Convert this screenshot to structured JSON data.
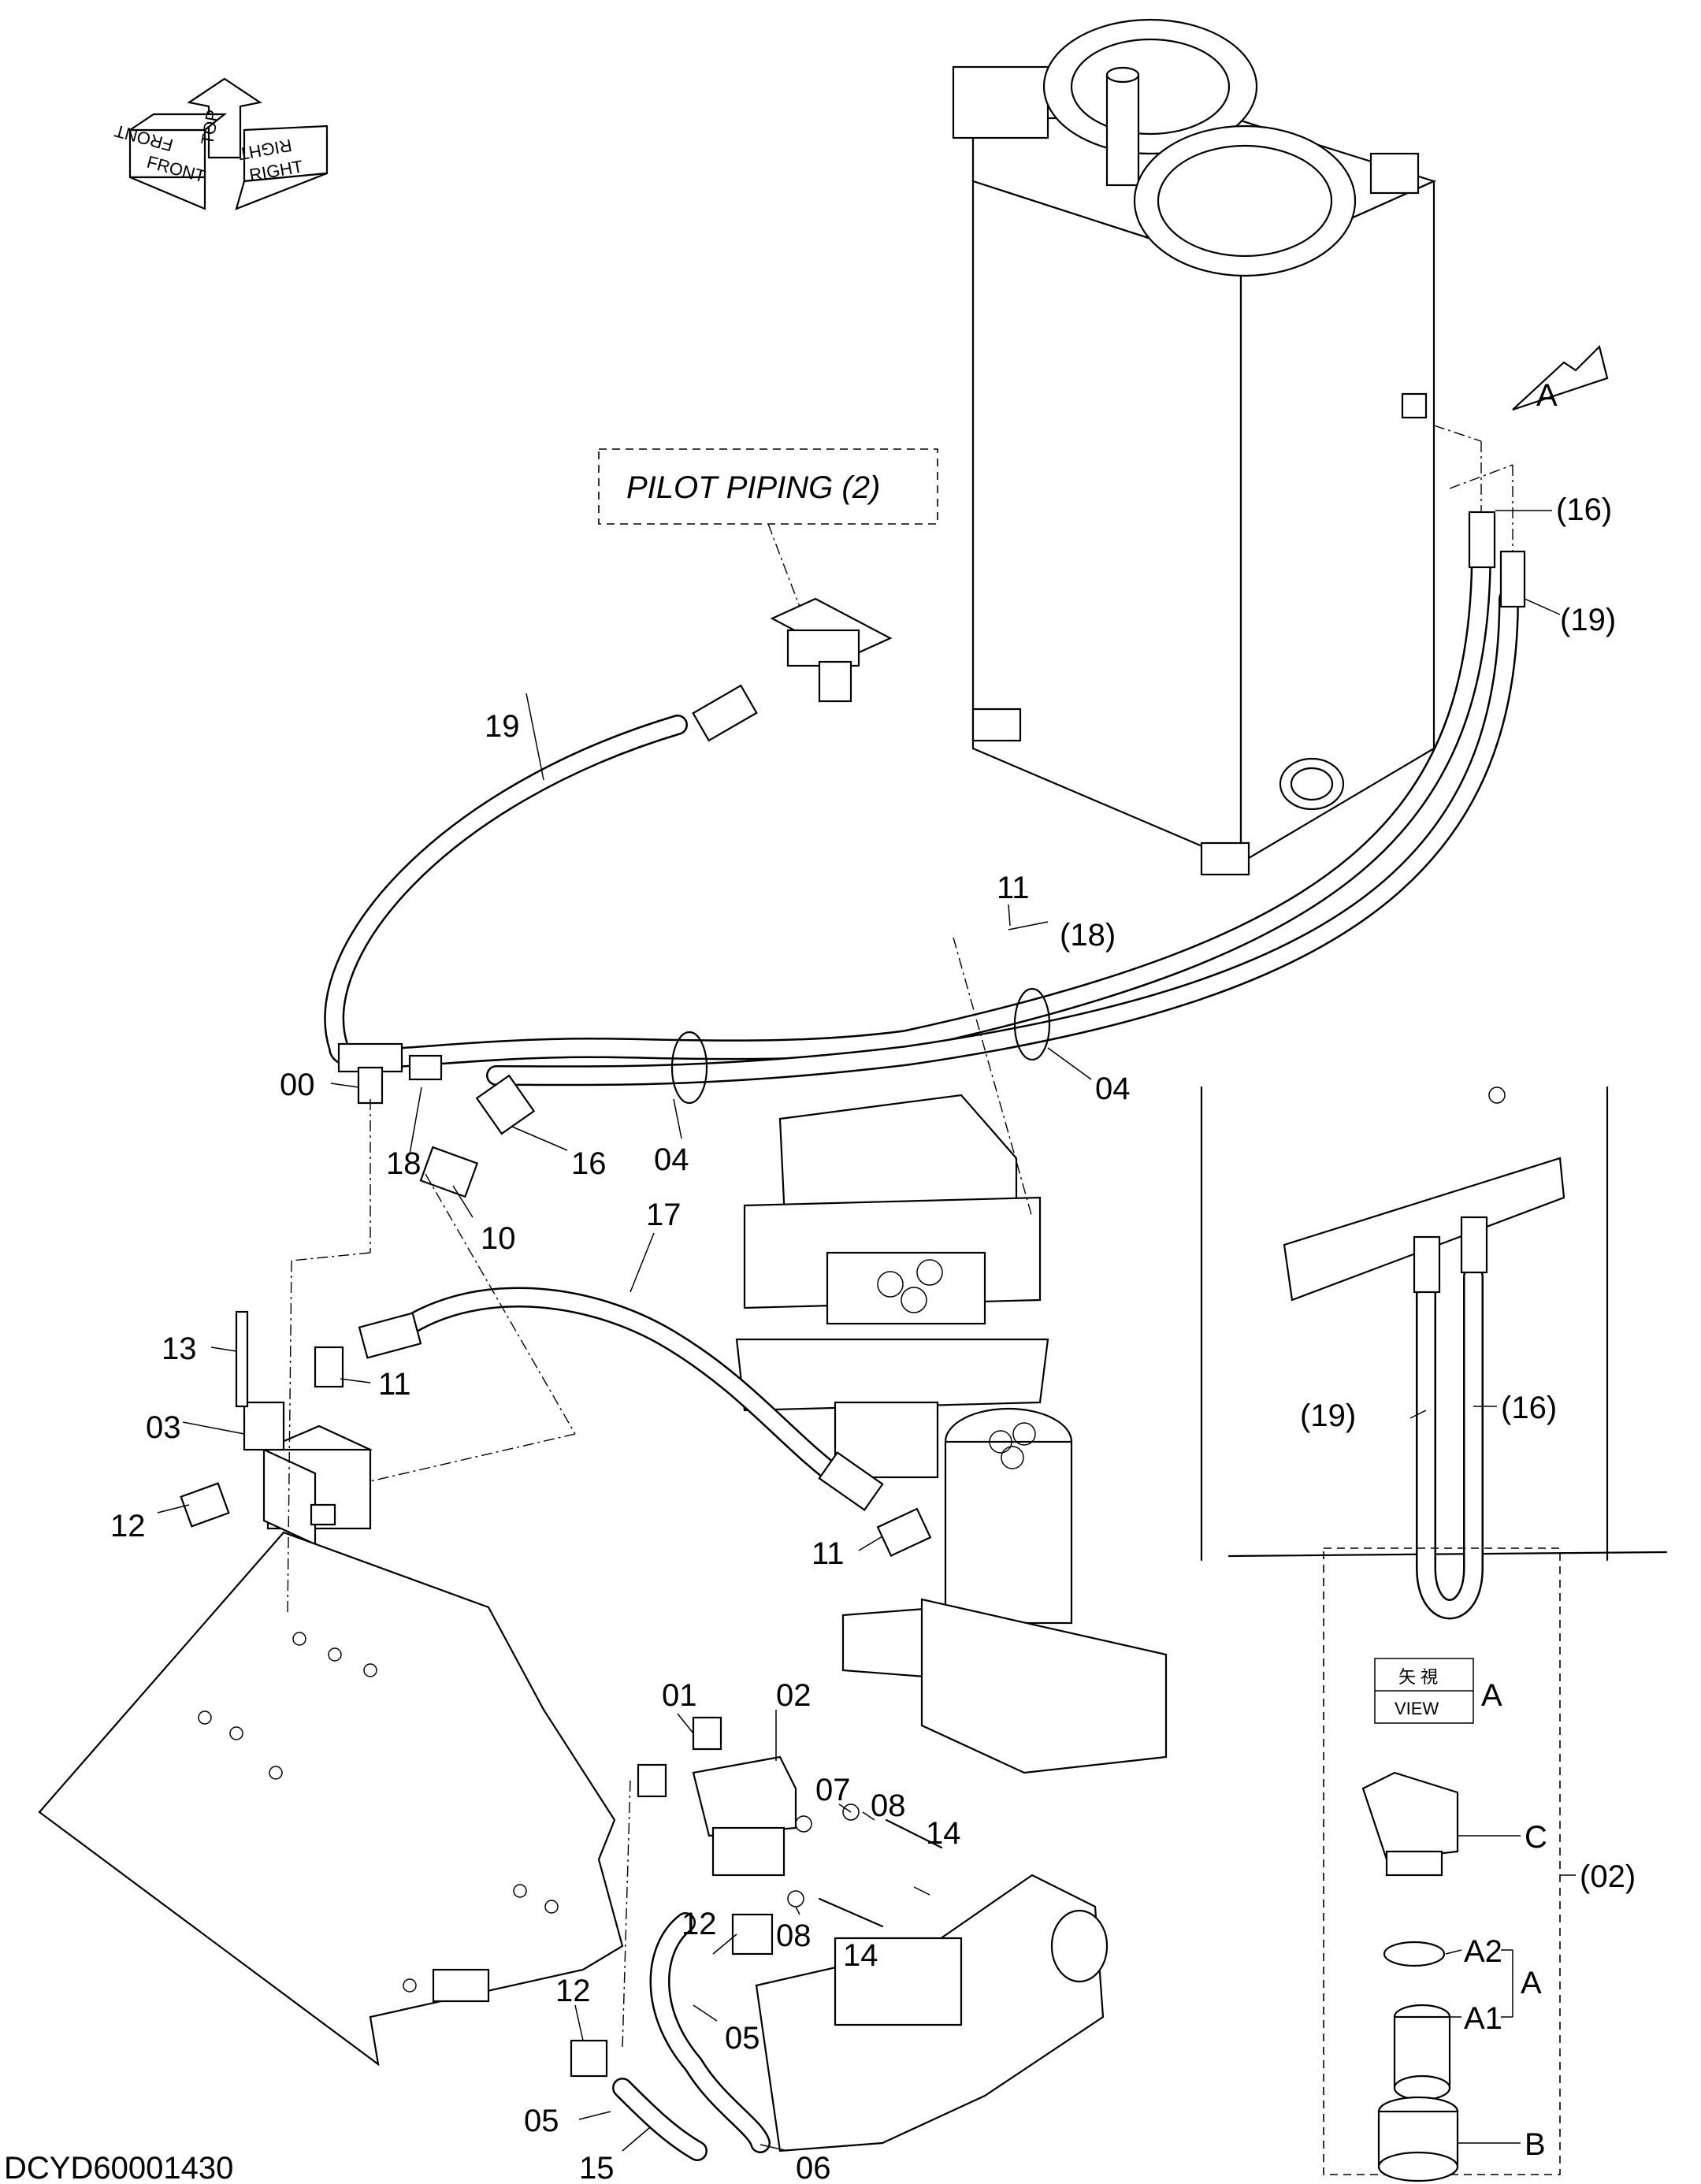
{
  "drawing_id": "DCYD60001430",
  "callouts": {
    "pilot_piping": "PILOT PIPING (2)",
    "view_kanji": "矢 視",
    "view_word": "VIEW",
    "view_letter": "A",
    "view_arrow_letter": "A"
  },
  "orientation": {
    "top": "TOP",
    "front": "FRONT",
    "right": "RIGHT"
  },
  "part_labels": {
    "p00": "00",
    "p01": "01",
    "p02": "02",
    "p03": "03",
    "p04a": "04",
    "p04b": "04",
    "p05a": "05",
    "p05b": "05",
    "p06": "06",
    "p07": "07",
    "p08a": "08",
    "p08b": "08",
    "p10": "10",
    "p11a": "11",
    "p11b": "11",
    "p11c": "11",
    "p12a": "12",
    "p12b": "12",
    "p12c": "12",
    "p13": "13",
    "p14a": "14",
    "p14b": "14",
    "p15": "15",
    "p16a": "16",
    "p16_ref_top": "(16)",
    "p16_ref_view": "(16)",
    "p17": "17",
    "p18a": "18",
    "p18_ref": "(18)",
    "p19a": "19",
    "p19_ref_top": "(19)",
    "p19_ref_view": "(19)"
  },
  "detail_labels": {
    "c": "C",
    "a2": "A2",
    "a1": "A1",
    "a": "A",
    "b": "B",
    "ref02": "(02)"
  }
}
